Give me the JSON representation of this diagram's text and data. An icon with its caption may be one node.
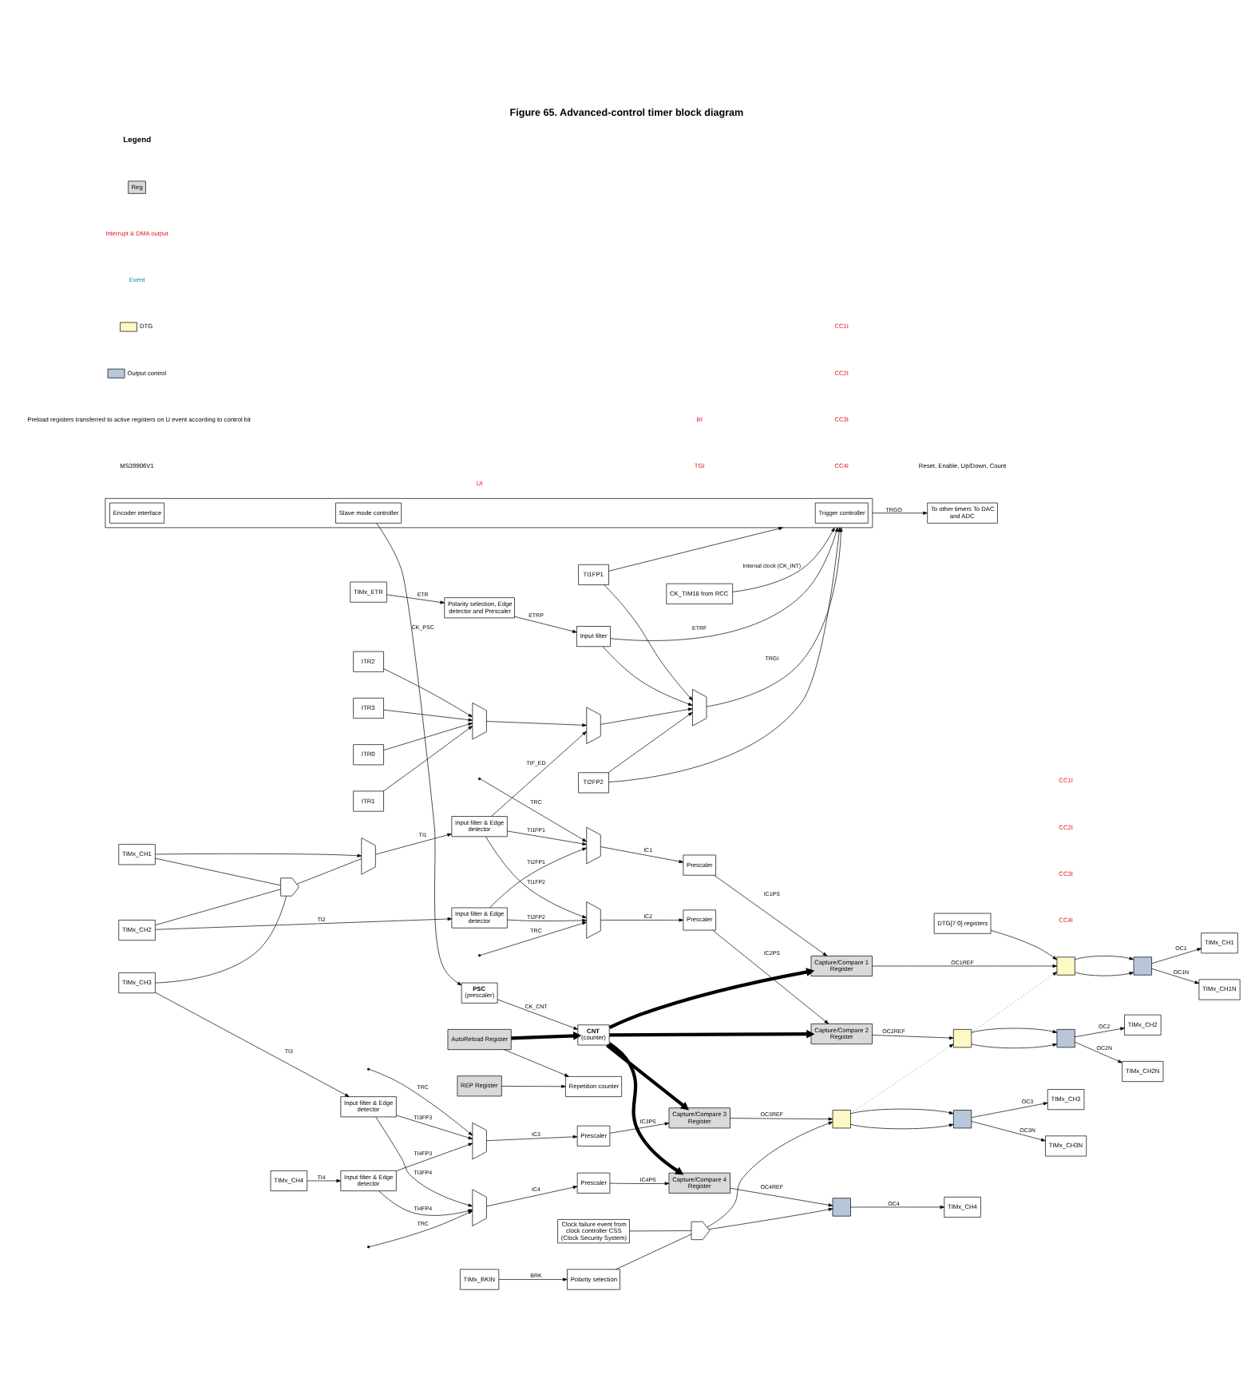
{
  "diagram": {
    "title": "Figure 65. Advanced-control timer block diagram",
    "nodes": [
      {
        "text": [
          "TIMx_ETR"
        ]
      },
      {
        "text": [
          "TIMx_CH1"
        ]
      },
      {
        "text": [
          "TIMx_CH2"
        ]
      },
      {
        "text": [
          "TIMx_CH3"
        ]
      },
      {
        "text": [
          "TIMx_CH4"
        ]
      },
      {
        "text": [
          "TIMx_BKIN"
        ]
      },
      {
        "text": [
          "CK_TIM18 from RCC"
        ]
      },
      {
        "text": [
          "Polarity selection, Edge detector and Prescaler"
        ]
      },
      {
        "text": [
          "Input filter"
        ]
      },
      {
        "text": [
          "ITR0"
        ]
      },
      {
        "text": [
          "ITR1"
        ]
      },
      {
        "text": [
          "ITR2"
        ]
      },
      {
        "text": [
          "ITR3"
        ]
      },
      {
        "text": [],
        "shape": "trapezium"
      },
      {
        "text": [],
        "shape": "trapezium"
      },
      {
        "text": [],
        "shape": "trapezium"
      },
      {
        "text": [
          "TI1FP1"
        ]
      },
      {
        "text": [
          "TI2FP2"
        ]
      },
      {
        "text": [],
        "shape": "box"
      },
      {
        "text": [
          "Trigger controller"
        ],
        "in": 18
      },
      {
        "text": [
          "Slave mode controller"
        ],
        "in": 18
      },
      {
        "text": [
          "Encoder interface"
        ],
        "in": 18
      },
      {
        "text": [
          "To other timers To DAC and ADC"
        ]
      },
      {
        "text": [
          "REP Register"
        ]
      },
      {
        "text": [
          "AutoReload Register"
        ]
      },
      {
        "text": [
          "Repetition counter"
        ]
      },
      {
        "text": [
          "PSC",
          "(prescaler)"
        ]
      },
      {
        "text": [
          "CNT",
          "(counter)"
        ]
      },
      {
        "text": [
          "DTG[7:0] registers"
        ]
      },
      {
        "text": [],
        "shape": "gate"
      },
      {
        "text": [],
        "shape": "trapezium"
      },
      {
        "text": [
          "Input filter & Edge detector"
        ]
      },
      {
        "text": [
          "Input filter & Edge detector"
        ]
      },
      {
        "text": [
          "Input filter & Edge detector"
        ]
      },
      {
        "text": [
          "Input filter & Edge detector"
        ]
      },
      {
        "text": [],
        "shape": "trapezium"
      },
      {
        "text": [],
        "shape": "trapezium"
      },
      {
        "text": [],
        "shape": "trapezium"
      },
      {
        "text": [],
        "shape": "trapezium"
      },
      {
        "text": [
          "Prescaler"
        ]
      },
      {
        "text": [
          "Prescaler"
        ]
      },
      {
        "text": [
          "Prescaler"
        ]
      },
      {
        "text": [
          "Prescaler"
        ]
      },
      {
        "text": [
          "Capture/Compare 1 Register"
        ]
      },
      {
        "text": [
          "Capture/Compare 2 Register"
        ]
      },
      {
        "text": [
          "Capture/Compare 3 Register"
        ]
      },
      {
        "text": [
          "Capture/Compare 4 Register"
        ]
      },
      {
        "text": [],
        "shape": "box"
      },
      {
        "text": [],
        "shape": "box"
      },
      {
        "text": [],
        "shape": "box"
      },
      {
        "text": [],
        "shape": "box"
      },
      {
        "text": [],
        "shape": "box"
      },
      {
        "text": [],
        "shape": "box"
      },
      {
        "text": [],
        "shape": "box"
      },
      {
        "text": [
          "TIMx_CH1"
        ]
      },
      {
        "text": [
          "TIMx_CH1N"
        ]
      },
      {
        "text": [
          "TIMx_CH2"
        ]
      },
      {
        "text": [
          "TIMx_CH2N"
        ]
      },
      {
        "text": [
          "TIMx_CH3"
        ]
      },
      {
        "text": [
          "TIMx_CH3N"
        ]
      },
      {
        "text": [
          "TIMx_CH4"
        ]
      },
      {
        "text": [
          "Polarity selection"
        ]
      },
      {
        "text": [],
        "shape": "gate"
      },
      {
        "text": [
          "Clock failure event from clock controller CSS (Clock Security System)"
        ]
      }
    ],
    "edges": [
      {
        "from": 0,
        "to": 7,
        "arrow": "to",
        "label": "ETR"
      },
      {
        "from": 6,
        "to": 18,
        "arrow": "to",
        "label": "Internal clock (CK_INT)"
      },
      {
        "from": 7,
        "to": 8,
        "arrow": "to",
        "label": "ETRP"
      },
      {
        "from": 8,
        "to": 18,
        "arrow": "to",
        "label": "ETRF"
      },
      {
        "from": 8,
        "to": 15,
        "arrow": "to"
      },
      {
        "from": 9,
        "to": 13,
        "arrow": "to"
      },
      {
        "from": 10,
        "to": 13,
        "arrow": "to"
      },
      {
        "from": 11,
        "to": 13,
        "arrow": "to"
      },
      {
        "from": 12,
        "to": 13,
        "arrow": "to"
      },
      {
        "from": 13,
        "to": 14,
        "arrow": "to"
      },
      {
        "from": 31,
        "to": 14,
        "arrow": "to",
        "label": "TIF_ED"
      },
      {
        "from": 14,
        "to": 15,
        "arrow": "to"
      },
      {
        "from": 16,
        "to": 15,
        "arrow": "to"
      },
      {
        "from": 17,
        "to": 15,
        "arrow": "to"
      },
      {
        "from": 16,
        "to": 18,
        "arrow": "to"
      },
      {
        "from": 17,
        "to": 18,
        "arrow": "to"
      },
      {
        "from": 15,
        "to": 18,
        "arrow": "to",
        "label": "TRGI"
      },
      {
        "from": 18,
        "to": 22,
        "arrow": "to",
        "label": "TRGO"
      },
      {
        "from": 20,
        "to": 26,
        "arrow": "to",
        "label": "CK_PSC"
      },
      {
        "from": 26,
        "to": 27,
        "arrow": "to",
        "label": "CK_CNT"
      },
      {
        "from": 24,
        "to": 27,
        "arrow": "to",
        "style": "thick"
      },
      {
        "from": 24,
        "to": 25,
        "arrow": "to"
      },
      {
        "from": 23,
        "to": 25,
        "arrow": "to"
      },
      {
        "from": 1,
        "to": 30,
        "arrow": "to"
      },
      {
        "from": 1,
        "to": 29,
        "arrow": "none"
      },
      {
        "from": 2,
        "to": 29,
        "arrow": "none"
      },
      {
        "from": 3,
        "to": 29,
        "arrow": "none"
      },
      {
        "from": 29,
        "to": 30,
        "arrow": "none"
      },
      {
        "from": 30,
        "to": 31,
        "arrow": "to",
        "label": "TI1"
      },
      {
        "from": 2,
        "to": 32,
        "arrow": "to",
        "label": "TI2"
      },
      {
        "from": 3,
        "to": 33,
        "arrow": "to",
        "label": "TI3"
      },
      {
        "from": 4,
        "to": 34,
        "arrow": "to",
        "label": "TI4"
      },
      {
        "from": 31,
        "to": 35,
        "arrow": "to",
        "label": "TI1FP1"
      },
      {
        "from": 32,
        "to": 35,
        "arrow": "to",
        "label": "TI2FP1"
      },
      {
        "from": 31,
        "to": 36,
        "arrow": "to",
        "label": "TI1FP2"
      },
      {
        "from": 32,
        "to": 36,
        "arrow": "to",
        "label": "TI2FP2"
      },
      {
        "from": 33,
        "to": 37,
        "arrow": "to",
        "label": "TI3FP3"
      },
      {
        "from": 34,
        "to": 37,
        "arrow": "to",
        "label": "TI4FP3"
      },
      {
        "from": 33,
        "to": 38,
        "arrow": "to",
        "label": "TI3FP4"
      },
      {
        "from": 34,
        "to": 38,
        "arrow": "to",
        "label": "TI4FP4"
      },
      {
        "from": null,
        "to": 35,
        "arrow": "to",
        "label": "TRC"
      },
      {
        "from": null,
        "to": 36,
        "arrow": "to",
        "label": "TRC"
      },
      {
        "from": null,
        "to": 37,
        "arrow": "to",
        "label": "TRC"
      },
      {
        "from": null,
        "to": 38,
        "arrow": "to",
        "label": "TRC"
      },
      {
        "from": 35,
        "to": 39,
        "arrow": "to",
        "label": "IC1"
      },
      {
        "from": 36,
        "to": 40,
        "arrow": "to",
        "label": "IC2"
      },
      {
        "from": 37,
        "to": 41,
        "arrow": "to",
        "label": "IC3"
      },
      {
        "from": 38,
        "to": 42,
        "arrow": "to",
        "label": "IC4"
      },
      {
        "from": 39,
        "to": 43,
        "arrow": "to",
        "label": "IC1PS"
      },
      {
        "from": 40,
        "to": 44,
        "arrow": "to",
        "label": "IC2PS"
      },
      {
        "from": 41,
        "to": 45,
        "arrow": "to",
        "label": "IC3PS"
      },
      {
        "from": 42,
        "to": 46,
        "arrow": "to",
        "label": "IC4PS"
      },
      {
        "from": 27,
        "to": 43,
        "arrow": "to",
        "style": "thick"
      },
      {
        "from": 27,
        "to": 44,
        "arrow": "to",
        "style": "thick"
      },
      {
        "from": 27,
        "to": 45,
        "arrow": "to",
        "style": "thick"
      },
      {
        "from": 27,
        "to": 46,
        "arrow": "to",
        "style": "thick"
      },
      {
        "from": 43,
        "to": 47,
        "arrow": "to",
        "label": "OC1REF"
      },
      {
        "from": 44,
        "to": 48,
        "arrow": "to",
        "label": "OC2REF"
      },
      {
        "from": 45,
        "to": 49,
        "arrow": "to",
        "label": "OC3REF"
      },
      {
        "from": 46,
        "to": 53,
        "arrow": "to",
        "label": "OC4REF"
      },
      {
        "from": 28,
        "to": 47,
        "arrow": "to"
      },
      {
        "from": 48,
        "to": 47,
        "arrow": "to",
        "style": "dashed"
      },
      {
        "from": 49,
        "to": 48,
        "arrow": "to",
        "style": "dashed"
      },
      {
        "from": 47,
        "to": 50,
        "arrow": "to"
      },
      {
        "from": 47,
        "to": 50,
        "arrow": "to"
      },
      {
        "from": 48,
        "to": 51,
        "arrow": "to"
      },
      {
        "from": 48,
        "to": 51,
        "arrow": "to"
      },
      {
        "from": 49,
        "to": 52,
        "arrow": "to"
      },
      {
        "from": 49,
        "to": 52,
        "arrow": "to"
      },
      {
        "from": 50,
        "to": 54,
        "arrow": "to",
        "label": "OC1"
      },
      {
        "from": 50,
        "to": 55,
        "arrow": "to",
        "label": "OC1N"
      },
      {
        "from": 51,
        "to": 56,
        "arrow": "to",
        "label": "OC2"
      },
      {
        "from": 51,
        "to": 57,
        "arrow": "to",
        "label": "OC2N"
      },
      {
        "from": 52,
        "to": 58,
        "arrow": "to",
        "label": "OC3"
      },
      {
        "from": 52,
        "to": 59,
        "arrow": "to",
        "label": "OC3N"
      },
      {
        "from": 53,
        "to": 60,
        "arrow": "to",
        "label": "OC4"
      },
      {
        "from": 5,
        "to": 61,
        "arrow": "to",
        "label": "BRK"
      },
      {
        "from": 61,
        "to": 62,
        "arrow": "none"
      },
      {
        "from": 63,
        "to": 62,
        "arrow": "none"
      },
      {
        "from": 62,
        "to": 49,
        "arrow": "to"
      },
      {
        "from": 62,
        "to": 53,
        "arrow": "to"
      }
    ],
    "labels": [
      "TGI",
      "Reset, Enable, Up/Down, Count",
      "UI",
      "CC4I",
      "CC4I",
      "CC3I",
      "CC3I",
      "CC2I",
      "CC2I",
      "CC1I",
      "CC1I",
      "BI",
      "Legend",
      "Reg",
      "MS39906V1"
    ],
    "legend": [
      {
        "text": "Interrupt & DMA output"
      },
      {
        "text": "Event"
      },
      {
        "text": "DTG",
        "color": "#fdf8c4"
      },
      {
        "text": "Output control",
        "color": "#b8c6da"
      },
      {
        "text": "Preload registers transferred to active registers on U event according to control bit"
      }
    ]
  }
}
